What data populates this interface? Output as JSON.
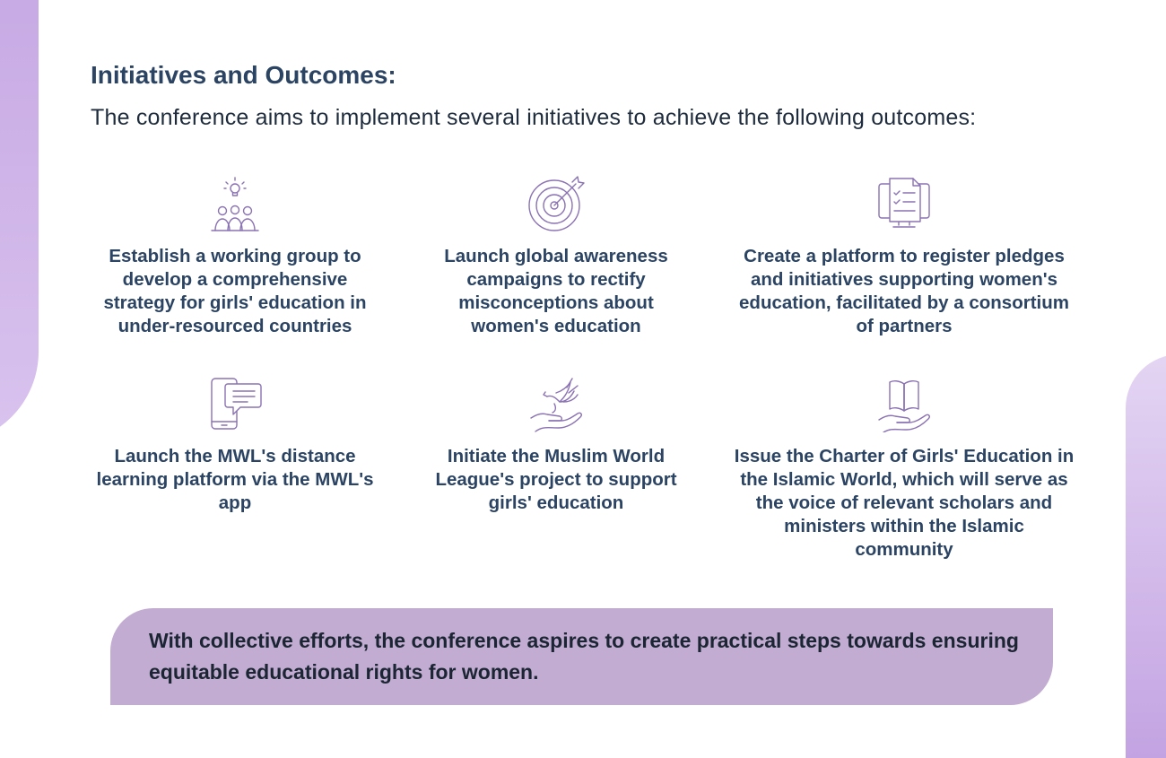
{
  "heading": "Initiatives and Outcomes:",
  "intro": "The conference aims to implement several initiatives to achieve the following outcomes:",
  "initiatives": [
    {
      "icon": "team-idea-icon",
      "text": "Establish a working group to develop a comprehensive strategy for girls' education in under-resourced countries"
    },
    {
      "icon": "target-icon",
      "text": "Launch global awareness campaigns to rectify misconceptions about women's education"
    },
    {
      "icon": "monitor-checklist-icon",
      "text": "Create a platform to register pledges and initiatives supporting women's education, facilitated by a consortium of partners"
    },
    {
      "icon": "phone-message-icon",
      "text": "Launch the MWL's distance learning platform via the MWL's app"
    },
    {
      "icon": "dove-hand-icon",
      "text": "Initiate the Muslim World League's project to support girls' education"
    },
    {
      "icon": "book-hand-icon",
      "text": "Issue the Charter of Girls' Education in the Islamic World, which will serve as the voice of relevant scholars and ministers within the Islamic community"
    }
  ],
  "callout": "With collective efforts, the conference aspires to create practical steps towards ensuring equitable educational rights for women.",
  "colors": {
    "heading": "#2c4463",
    "icon_stroke": "#8a72b3",
    "callout_bg": "#c2acd1",
    "decor": "#c6a8e3"
  }
}
